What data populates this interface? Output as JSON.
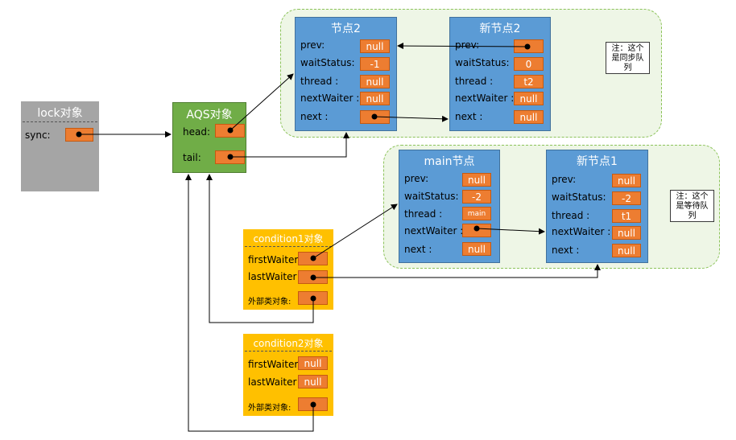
{
  "lock": {
    "title": "lock对象",
    "sync_label": "sync:"
  },
  "aqs": {
    "title": "AQS对象",
    "head_label": "head:",
    "tail_label": "tail:"
  },
  "sync_queue": {
    "note": "注：这个是同步队列",
    "node2": {
      "title": "节点2",
      "prev_label": "prev:",
      "prev_value": "null",
      "waitStatus_label": "waitStatus:",
      "waitStatus_value": "-1",
      "thread_label": "thread :",
      "thread_value": "null",
      "nextWaiter_label": "nextWaiter :",
      "nextWaiter_value": "null",
      "next_label": "next :"
    },
    "newnode2": {
      "title": "新节点2",
      "prev_label": "prev:",
      "waitStatus_label": "waitStatus:",
      "waitStatus_value": "0",
      "thread_label": "thread :",
      "thread_value": "t2",
      "nextWaiter_label": "nextWaiter :",
      "nextWaiter_value": "null",
      "next_label": "next :",
      "next_value": "null"
    }
  },
  "wait_queue": {
    "note": "注：这个是等待队列",
    "main": {
      "title": "main节点",
      "prev_label": "prev:",
      "prev_value": "null",
      "waitStatus_label": "waitStatus:",
      "waitStatus_value": "-2",
      "thread_label": "thread :",
      "thread_value": "main",
      "nextWaiter_label": "nextWaiter :",
      "next_label": "next :",
      "next_value": "null"
    },
    "newnode1": {
      "title": "新节点1",
      "prev_label": "prev:",
      "prev_value": "null",
      "waitStatus_label": "waitStatus:",
      "waitStatus_value": "-2",
      "thread_label": "thread :",
      "thread_value": "t1",
      "nextWaiter_label": "nextWaiter :",
      "nextWaiter_value": "null",
      "next_label": "next :",
      "next_value": "null"
    }
  },
  "condition1": {
    "title": "condition1对象",
    "firstWaiter_label": "firstWaiter :",
    "lastWaiter_label": "lastWaiter :",
    "outer_label": "外部类对象:"
  },
  "condition2": {
    "title": "condition2对象",
    "firstWaiter_label": "firstWaiter :",
    "firstWaiter_value": "null",
    "lastWaiter_label": "lastWaiter :",
    "lastWaiter_value": "null",
    "outer_label": "外部类对象:"
  },
  "colors": {
    "node_blue": "#5b9bd5",
    "node_border": "#41719c",
    "aqs_green": "#70ad47",
    "cond_yellow": "#ffc000",
    "lock_gray": "#a5a5a5",
    "cell_orange": "#ed7d31"
  }
}
